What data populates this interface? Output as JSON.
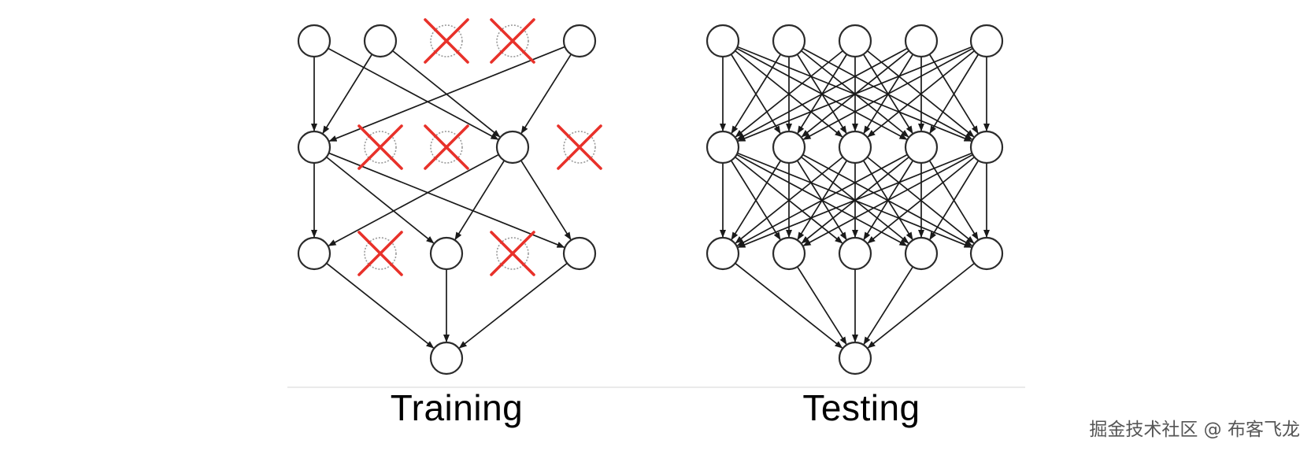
{
  "figure": {
    "training_caption": "Training",
    "testing_caption": "Testing",
    "watermark": "掘金技术社区 @ 布客飞龙"
  },
  "panels": {
    "training": {
      "layers": [
        5,
        5,
        5,
        1
      ],
      "dropped": [
        [
          2,
          3
        ],
        [
          1,
          2,
          4
        ],
        [
          1,
          3
        ],
        []
      ],
      "edges": [
        [
          [
            0,
            0
          ],
          [
            1,
            0
          ]
        ],
        [
          [
            0,
            0
          ],
          [
            1,
            3
          ]
        ],
        [
          [
            0,
            1
          ],
          [
            1,
            0
          ]
        ],
        [
          [
            0,
            1
          ],
          [
            1,
            3
          ]
        ],
        [
          [
            0,
            4
          ],
          [
            1,
            0
          ]
        ],
        [
          [
            0,
            4
          ],
          [
            1,
            3
          ]
        ],
        [
          [
            1,
            0
          ],
          [
            2,
            0
          ]
        ],
        [
          [
            1,
            0
          ],
          [
            2,
            2
          ]
        ],
        [
          [
            1,
            0
          ],
          [
            2,
            4
          ]
        ],
        [
          [
            1,
            3
          ],
          [
            2,
            0
          ]
        ],
        [
          [
            1,
            3
          ],
          [
            2,
            2
          ]
        ],
        [
          [
            1,
            3
          ],
          [
            2,
            4
          ]
        ],
        [
          [
            2,
            0
          ],
          [
            3,
            0
          ]
        ],
        [
          [
            2,
            2
          ],
          [
            3,
            0
          ]
        ],
        [
          [
            2,
            4
          ],
          [
            3,
            0
          ]
        ]
      ]
    },
    "testing": {
      "layers": [
        5,
        5,
        5,
        1
      ],
      "dropped": [
        [],
        [],
        [],
        []
      ],
      "edges": "fully-connected"
    }
  },
  "colors": {
    "node_stroke": "#2b2b2b",
    "edge": "#1a1a1a",
    "drop_cross": "#e8312a",
    "drop_circle": "#9a9a9a",
    "baseline": "#dddddd"
  }
}
